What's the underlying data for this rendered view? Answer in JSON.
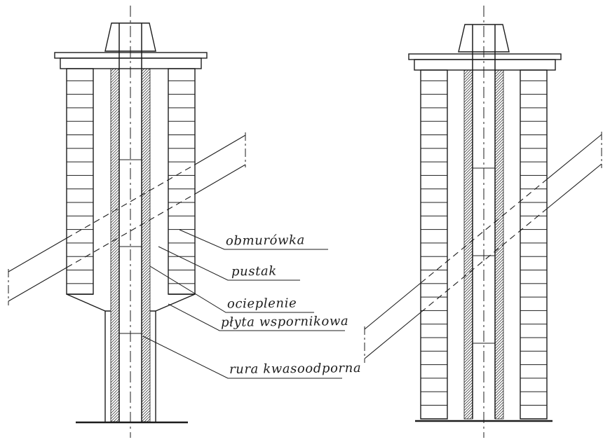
{
  "diagram": {
    "type": "technical-drawing",
    "subject": "chimney cross-sections with insulated acid-resistant flue pipe",
    "labels": [
      {
        "id": "obmurowka",
        "text": "obmurówka"
      },
      {
        "id": "pustak",
        "text": "pustak"
      },
      {
        "id": "ocieplenie",
        "text": "ocieplenie"
      },
      {
        "id": "plyta-wspornikowa",
        "text": "płyta wspornikowa"
      },
      {
        "id": "rura-kwasoodporna",
        "text": "rura kwasoodporna"
      }
    ],
    "colors": {
      "ink": "#1d1d1d",
      "background": "#ffffff"
    }
  }
}
